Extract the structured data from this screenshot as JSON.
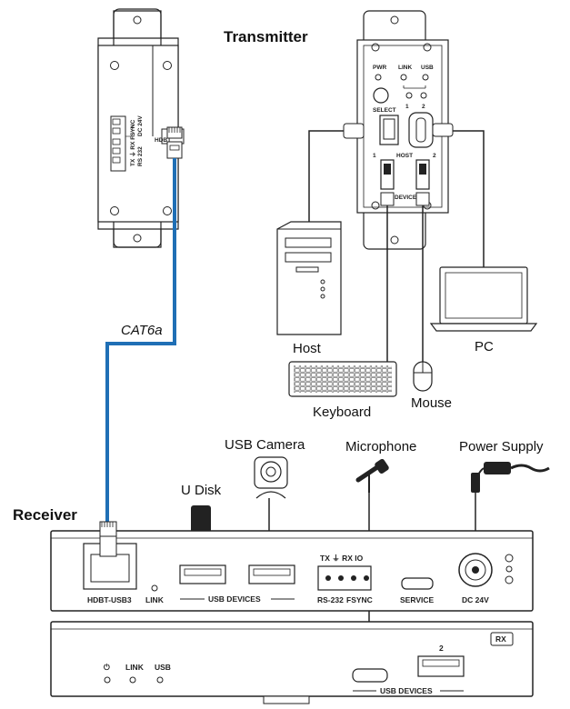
{
  "labels": {
    "transmitter": "Transmitter",
    "receiver": "Receiver",
    "cable": "CAT6a",
    "host": "Host",
    "pc": "PC",
    "keyboard": "Keyboard",
    "mouse": "Mouse",
    "usb_camera": "USB Camera",
    "microphone": "Microphone",
    "power_supply": "Power Supply",
    "u_disk": "U Disk"
  },
  "transmitter_left_plate": {
    "hdbt_label": "HDBT",
    "rs232_label": "RS 232",
    "rs232_pins": "TX ⏚ RX FSYNC",
    "dc_label": "DC 24V",
    "dc_pins": "− +"
  },
  "transmitter_right_plate": {
    "pwr": "PWR",
    "link": "LINK",
    "usb": "USB",
    "select": "SELECT",
    "host": "HOST",
    "host_1": "1",
    "host_2": "2",
    "device": "DEVICE",
    "led_1": "1",
    "led_2": "2"
  },
  "receiver_front": {
    "hdbt": "HDBT-USB3",
    "link": "LINK",
    "usb_devices": "USB DEVICES",
    "rs232_pins": "TX ⏚ RX IO",
    "rs232": "RS-232",
    "fsync": "FSYNC",
    "service": "SERVICE",
    "dc": "DC 24V"
  },
  "receiver_back": {
    "rx_badge": "RX",
    "power_symbol": "⏻",
    "link": "LINK",
    "usb": "USB",
    "port_2": "2",
    "usb_devices": "USB DEVICES"
  },
  "colors": {
    "cat6a_cable": "#1f6fb5",
    "device_outline": "#222222",
    "text": "#111111"
  }
}
